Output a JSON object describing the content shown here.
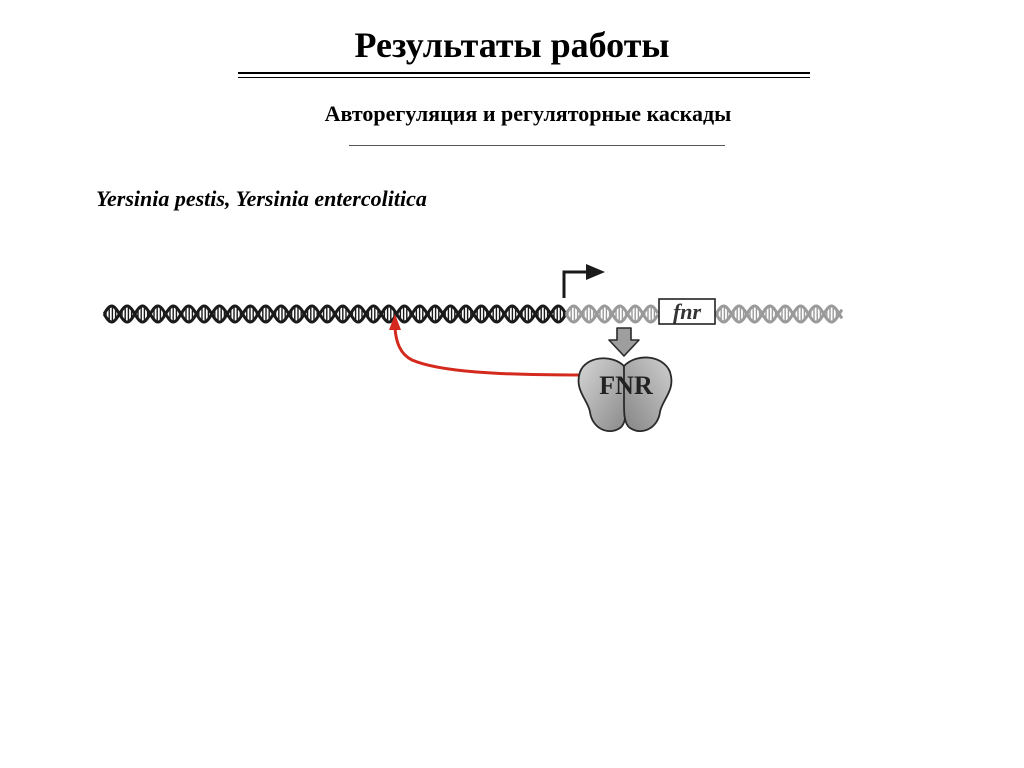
{
  "slide": {
    "title": "Результаты работы",
    "subtitle": "Авторегуляция и регуляторные каскады",
    "organism": "Yersinia pestis, Yersinia entercolitica"
  },
  "diagram": {
    "gene_label": "fnr",
    "protein_label": "FNR",
    "colors": {
      "dna_upstream": "#1a1a1a",
      "dna_gene": "#9a9a9a",
      "regulation_arrow": "#d42a1e",
      "protein_fill": "#a8a8a8",
      "promoter_arrow": "#1a1a1a"
    }
  }
}
